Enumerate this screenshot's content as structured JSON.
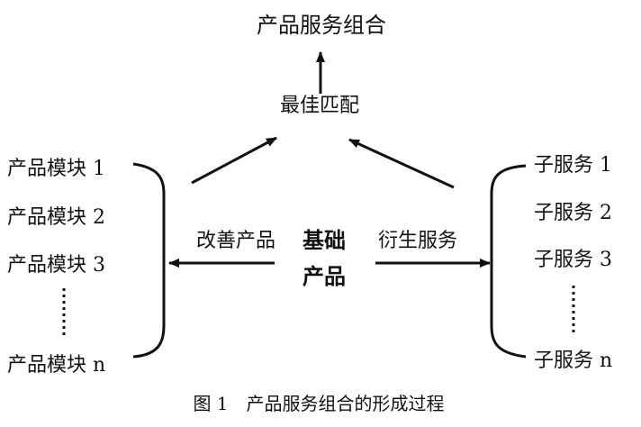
{
  "diagram": {
    "top_title": "产品服务组合",
    "best_match": "最佳匹配",
    "core": [
      "基础",
      "产品"
    ],
    "improve_label": "改善产品",
    "derive_label": "衍生服务",
    "left_items": [
      "产品模块 1",
      "产品模块 2",
      "产品模块 3",
      "产品模块 n"
    ],
    "right_items": [
      "子服务 1",
      "子服务 2",
      "子服务 3",
      "子服务 n"
    ],
    "caption": "图 1　产品服务组合的形成过程",
    "colors": {
      "stroke": "#111111",
      "text": "#111111",
      "background": "#ffffff"
    }
  }
}
